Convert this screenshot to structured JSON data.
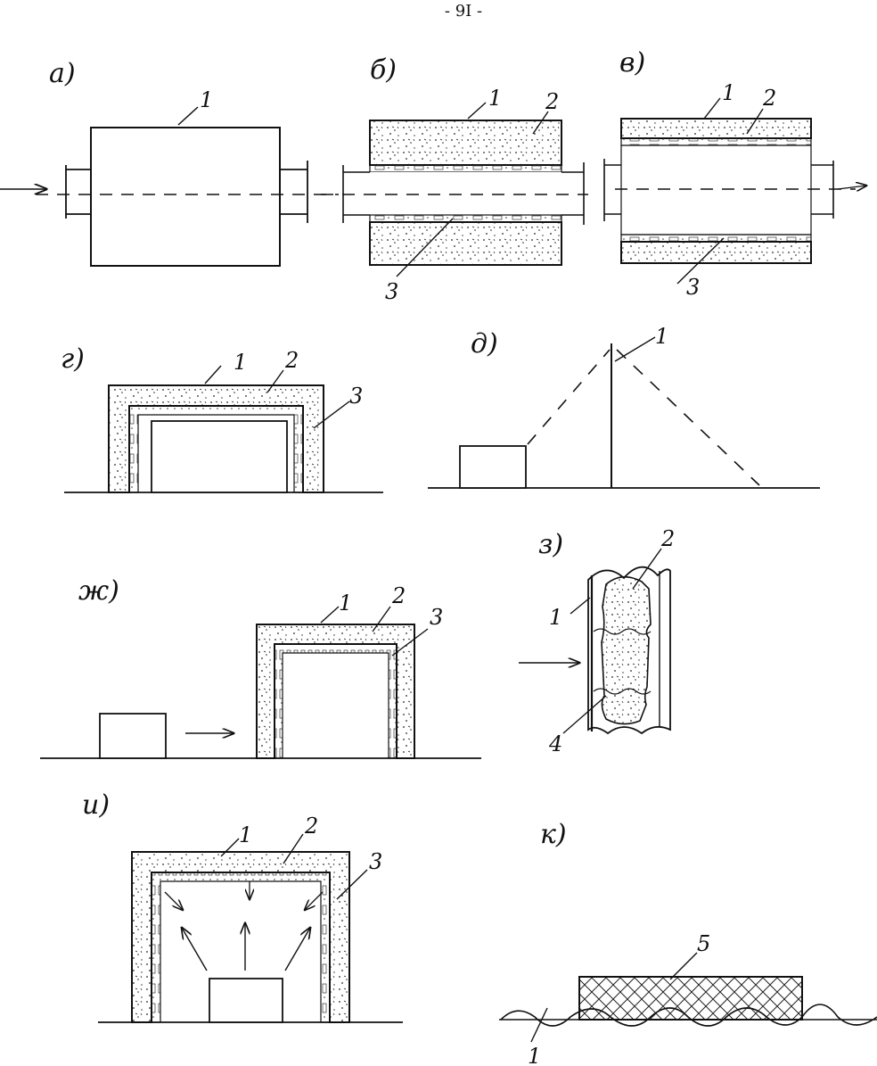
{
  "page_number": "- 9I -",
  "panels": {
    "a": {
      "label": "а)",
      "callouts": [
        "1"
      ]
    },
    "b": {
      "label": "б)",
      "callouts": [
        "1",
        "2",
        "3"
      ]
    },
    "v": {
      "label": "в)",
      "callouts": [
        "1",
        "2",
        "3"
      ]
    },
    "g": {
      "label": "г)",
      "callouts": [
        "1",
        "2",
        "3"
      ]
    },
    "d": {
      "label": "д)",
      "callouts": [
        "1"
      ]
    },
    "zh": {
      "label": "ж)",
      "callouts": [
        "1",
        "2",
        "3"
      ]
    },
    "z": {
      "label": "з)",
      "callouts": [
        "1",
        "2",
        "4"
      ]
    },
    "i": {
      "label": "и)",
      "callouts": [
        "1",
        "2",
        "3"
      ]
    },
    "k": {
      "label": "к)",
      "callouts": [
        "5",
        "1"
      ]
    }
  },
  "colors": {
    "ink": "#111111",
    "paper": "#ffffff"
  }
}
